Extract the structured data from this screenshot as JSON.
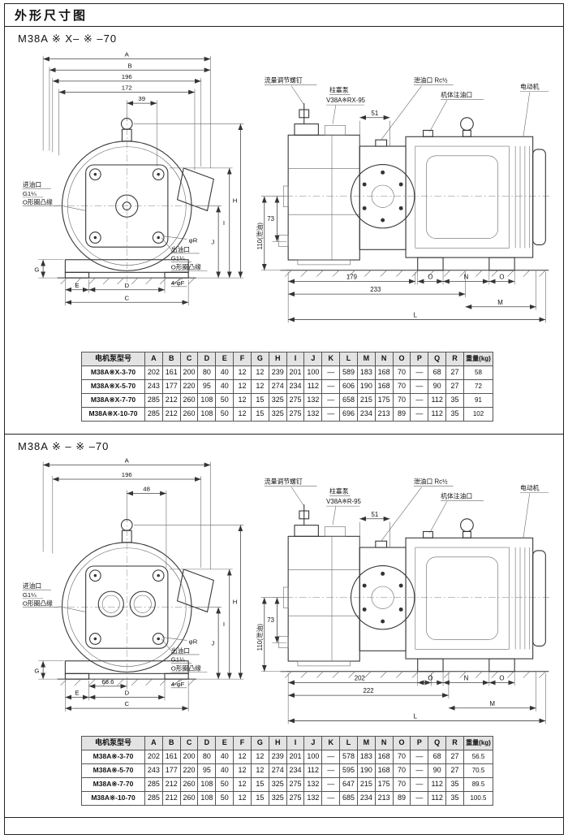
{
  "page": {
    "title": "外形尺寸图"
  },
  "sections": [
    {
      "model_title": "M38A ※ X– ※ –70",
      "front": {
        "dim_a": "A",
        "dim_b": "B",
        "dim_w1": "196",
        "dim_w2": "172",
        "dim_w3": "39",
        "inlet": {
          "l1": "进油口",
          "l2": "G1¼",
          "l3": "O形圈凸缘"
        },
        "outlet": {
          "l1": "出油口",
          "l2": "G1¼",
          "l3": "O形圈凸缘"
        },
        "bolt_note": "4-φF",
        "dim_e": "E",
        "dim_d": "D",
        "dim_c": "C",
        "dim_g": "G",
        "dim_h": "H",
        "dim_i": "I",
        "dim_j": "J",
        "dim_r": "φR"
      },
      "side": {
        "flow_screw": "流量调节螺钉",
        "pump_label": "柱塞泵",
        "pump_model": "V38A※RX-95",
        "drain_port": "泄油口 Rc½",
        "oil_fill": "机体注油口",
        "motor": "电动机",
        "dim_51": "51",
        "dim_73": "73",
        "dim_drain_h": "110(泄油)",
        "dim_len1": "179",
        "dim_len2": "233",
        "dim_m": "M",
        "dim_l": "L",
        "dim_n": "N",
        "dim_o1": "O",
        "dim_o2": "O"
      },
      "table": {
        "headers": [
          "电机泵型号",
          "A",
          "B",
          "C",
          "D",
          "E",
          "F",
          "G",
          "H",
          "I",
          "J",
          "K",
          "L",
          "M",
          "N",
          "O",
          "P",
          "Q",
          "R",
          "重量(kg)"
        ],
        "rows": [
          [
            "M38A※X-3-70",
            "202",
            "161",
            "200",
            "80",
            "40",
            "12",
            "12",
            "239",
            "201",
            "100",
            "—",
            "589",
            "183",
            "168",
            "70",
            "—",
            "68",
            "27",
            "58"
          ],
          [
            "M38A※X-5-70",
            "243",
            "177",
            "220",
            "95",
            "40",
            "12",
            "12",
            "274",
            "234",
            "112",
            "—",
            "606",
            "190",
            "168",
            "70",
            "—",
            "90",
            "27",
            "72"
          ],
          [
            "M38A※X-7-70",
            "285",
            "212",
            "260",
            "108",
            "50",
            "12",
            "15",
            "325",
            "275",
            "132",
            "—",
            "658",
            "215",
            "175",
            "70",
            "—",
            "112",
            "35",
            "91"
          ],
          [
            "M38A※X-10-70",
            "285",
            "212",
            "260",
            "108",
            "50",
            "12",
            "15",
            "325",
            "275",
            "132",
            "—",
            "696",
            "234",
            "213",
            "89",
            "—",
            "112",
            "35",
            "102"
          ]
        ]
      }
    },
    {
      "model_title": "M38A ※ – ※ –70",
      "front": {
        "dim_a": "A",
        "dim_w1": "196",
        "dim_w3": "48",
        "dim_feet": "66.6",
        "inlet": {
          "l1": "进油口",
          "l2": "G1¼",
          "l3": "O形圈凸缘"
        },
        "outlet": {
          "l1": "出油口",
          "l2": "G1¼",
          "l3": "O形圈凸缘"
        },
        "bolt_note": "4-φF",
        "dim_e": "E",
        "dim_d": "D",
        "dim_c": "C",
        "dim_g": "G",
        "dim_h": "H",
        "dim_i": "I",
        "dim_j": "J",
        "dim_r": "φR"
      },
      "side": {
        "flow_screw": "流量调节螺钉",
        "pump_label": "柱塞泵",
        "pump_model": "V38A※R-95",
        "drain_port": "泄油口 Rc½",
        "oil_fill": "机体注油口",
        "motor": "电动机",
        "dim_51": "51",
        "dim_73": "73",
        "dim_drain_h": "110(泄油)",
        "dim_len1": "202",
        "dim_len2": "222",
        "dim_m": "M",
        "dim_l": "L",
        "dim_n": "N",
        "dim_o1": "O",
        "dim_o2": "O"
      },
      "table": {
        "headers": [
          "电机泵型号",
          "A",
          "B",
          "C",
          "D",
          "E",
          "F",
          "G",
          "H",
          "I",
          "J",
          "K",
          "L",
          "M",
          "N",
          "O",
          "P",
          "Q",
          "R",
          "重量(kg)"
        ],
        "rows": [
          [
            "M38A※-3-70",
            "202",
            "161",
            "200",
            "80",
            "40",
            "12",
            "12",
            "239",
            "201",
            "100",
            "—",
            "578",
            "183",
            "168",
            "70",
            "—",
            "68",
            "27",
            "56.5"
          ],
          [
            "M38A※-5-70",
            "243",
            "177",
            "220",
            "95",
            "40",
            "12",
            "12",
            "274",
            "234",
            "112",
            "—",
            "595",
            "190",
            "168",
            "70",
            "—",
            "90",
            "27",
            "70.5"
          ],
          [
            "M38A※-7-70",
            "285",
            "212",
            "260",
            "108",
            "50",
            "12",
            "15",
            "325",
            "275",
            "132",
            "—",
            "647",
            "215",
            "175",
            "70",
            "—",
            "112",
            "35",
            "89.5"
          ],
          [
            "M38A※-10-70",
            "285",
            "212",
            "260",
            "108",
            "50",
            "12",
            "15",
            "325",
            "275",
            "132",
            "—",
            "685",
            "234",
            "213",
            "89",
            "—",
            "112",
            "35",
            "100.5"
          ]
        ]
      }
    }
  ]
}
